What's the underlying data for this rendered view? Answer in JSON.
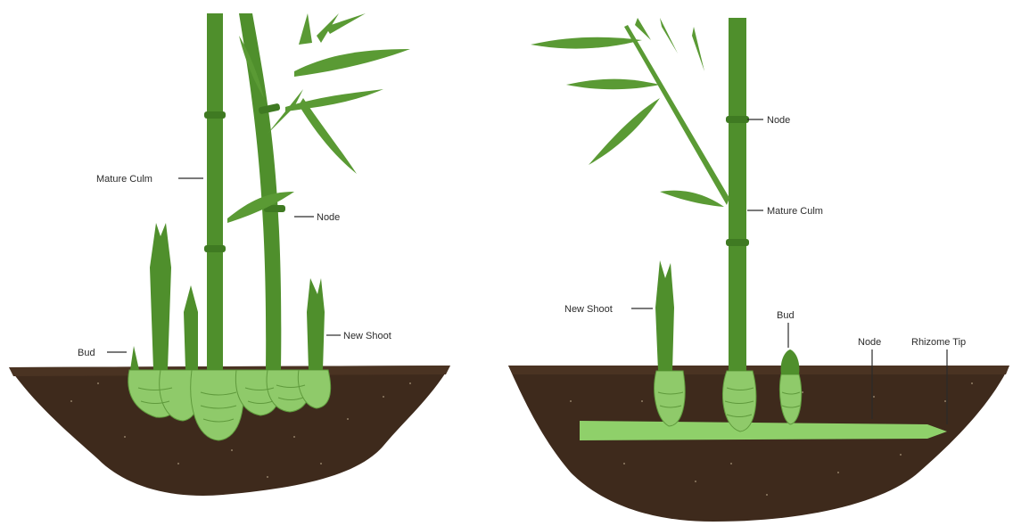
{
  "left_diagram": {
    "labels": {
      "mature_culm": "Mature Culm",
      "node": "Node",
      "new_shoot": "New Shoot",
      "bud": "Bud"
    }
  },
  "right_diagram": {
    "labels": {
      "node_upper": "Node",
      "mature_culm": "Mature Culm",
      "new_shoot": "New Shoot",
      "bud": "Bud",
      "node_rhizome": "Node",
      "rhizome_tip": "Rhizome Tip"
    }
  },
  "colors": {
    "culm_green": "#4f8f2c",
    "leaf_green": "#5a9a34",
    "rhizome_green": "#8fd06a",
    "soil_brown": "#3e2a1c"
  }
}
